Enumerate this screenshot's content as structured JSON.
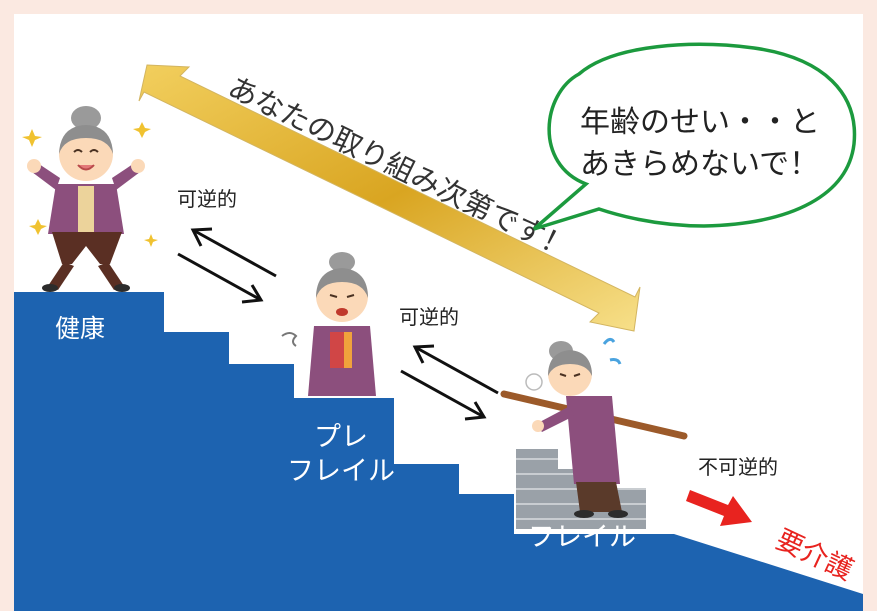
{
  "stages": {
    "healthy": "健康",
    "prefrail_line1": "プレ",
    "prefrail_line2": "フレイル",
    "frail": "フレイル",
    "care": "要介護"
  },
  "transitions": {
    "reversible_1": "可逆的",
    "reversible_2": "可逆的",
    "irreversible": "不可逆的"
  },
  "diagonal_message": "あなたの取り組み次第です！",
  "speech_bubble": {
    "line1": "年齢のせい・・と",
    "line2": "あきらめないで！"
  },
  "colors": {
    "page_border": "#fbe9e1",
    "staircase": "#1d63b0",
    "bubble_border": "#1c9a3e",
    "gold_arrow": "#e8b830",
    "red_arrow": "#e8231f",
    "care_text": "#e8231f"
  },
  "icons": [
    "healthy-grandma-icon",
    "tired-grandma-icon",
    "frail-grandma-icon"
  ]
}
